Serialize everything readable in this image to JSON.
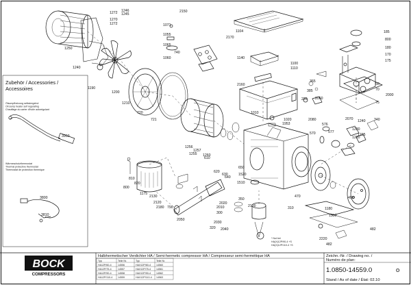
{
  "accessories": {
    "title_lines": [
      "Zubehör / Accessories /",
      "Accessoires"
    ],
    "heater_lines": [
      "Ölsumpfheizung selbstregelnd",
      "Oil sump heater self regulating",
      "Chauffage du carter d'huile autorégulant"
    ],
    "thermostat_lines": [
      "Wärmeschutzthermostat",
      "Thermal protective thermostat",
      "Thermostat de protection thermique"
    ]
  },
  "nut_note": [
    "* Nut bei",
    "HA(X)12P/90-4 +S",
    "HA(X)12P/110-4 +S"
  ],
  "title_block": {
    "logo_main": "BOCK",
    "logo_sub": "COMPRESSORS",
    "description": "Halbhermetischer Verdichter HA / Semi-hermetic compressor HA / Compresseur semi-hermétique HA",
    "drawing_no_label": "Zeichn.-Nr. / Drawing no. /",
    "drawing_no_label2": "Numéro de plan:",
    "drawing_no": "1.0850-14559.0",
    "drawing_suffix": "o",
    "stand": "Stand / As of date / État: 02.10",
    "type_table": {
      "headers": [
        "Typ",
        "Teile Nr.",
        "Typ",
        "Teile Nr."
      ],
      "rows": [
        [
          "HA12P/60-4",
          "14556",
          "HAX12P/60-4",
          "14560"
        ],
        [
          "HA12P/75-4",
          "14557",
          "HAX12P/75-4",
          "14561"
        ],
        [
          "HA12P/90-4",
          "14558",
          "HAX12P/90-4",
          "14562"
        ],
        [
          "HA12P/110-4",
          "14559",
          "HAX12P/110-4",
          "14563"
        ]
      ]
    }
  },
  "part_labels": [
    "1246",
    "1245",
    "1272",
    "1270",
    "1272",
    "1250",
    "1240",
    "2150",
    "1071",
    "1055",
    "1065",
    "1060",
    "740",
    "720",
    "721",
    "1190",
    "1200",
    "1210",
    "1104",
    "2170",
    "1140",
    "1100",
    "1110",
    "2160",
    "1010",
    "1953",
    "1020",
    "185",
    "800",
    "180",
    "170",
    "175",
    "2000",
    "50",
    "70",
    "75",
    "2070",
    "1240",
    "1230",
    "1235",
    "1220",
    "2080",
    "570",
    "576",
    "577",
    "365",
    "2060",
    "220",
    "385",
    "340",
    "3950",
    "3800",
    "3810",
    "810",
    "820",
    "800",
    "1175",
    "2130",
    "2120",
    "2180",
    "790",
    "2050",
    "320",
    "1256",
    "1257",
    "1255",
    "1260",
    "610",
    "620",
    "630",
    "640",
    "650",
    "1520",
    "1510",
    "350",
    "300",
    "2010",
    "2020",
    "2030",
    "2040",
    "2100",
    "470",
    "310",
    "2220",
    "482",
    "482",
    "490",
    "1180",
    "1350"
  ]
}
